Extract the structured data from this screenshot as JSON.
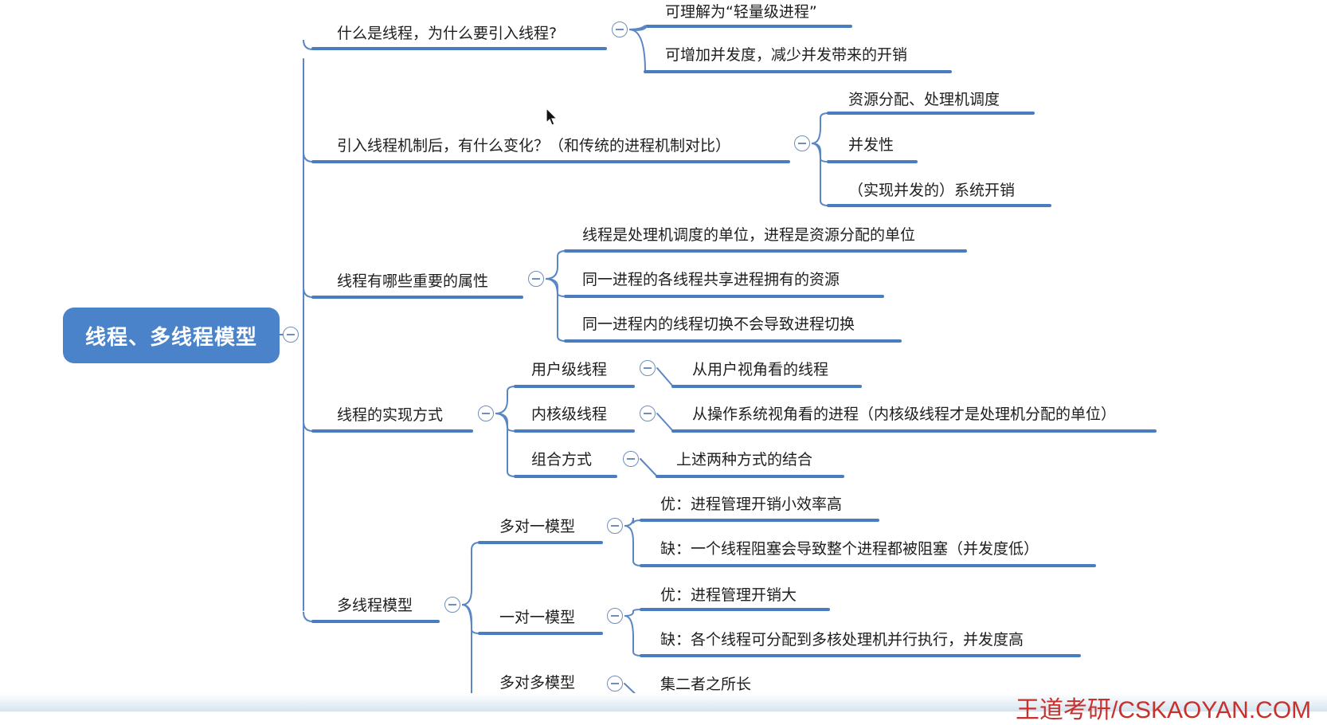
{
  "root": {
    "label": "线程、多线程模型"
  },
  "branches": [
    {
      "label": "什么是线程，为什么要引入线程?",
      "children": [
        "可理解为“轻量级进程”",
        "可增加并发度，减少并发带来的开销"
      ]
    },
    {
      "label": "引入线程机制后，有什么变化？（和传统的进程机制对比）",
      "children": [
        "资源分配、处理机调度",
        "并发性",
        "（实现并发的）系统开销"
      ]
    },
    {
      "label": "线程有哪些重要的属性",
      "children": [
        "线程是处理机调度的单位，进程是资源分配的单位",
        "同一进程的各线程共享进程拥有的资源",
        "同一进程内的线程切换不会导致进程切换"
      ]
    },
    {
      "label": "线程的实现方式",
      "children": [
        {
          "label": "用户级线程",
          "children": [
            "从用户视角看的线程"
          ]
        },
        {
          "label": "内核级线程",
          "children": [
            "从操作系统视角看的进程（内核级线程才是处理机分配的单位）"
          ]
        },
        {
          "label": "组合方式",
          "children": [
            "上述两种方式的结合"
          ]
        }
      ]
    },
    {
      "label": "多线程模型",
      "children": [
        {
          "label": "多对一模型",
          "children": [
            "优：进程管理开销小效率高",
            "缺：一个线程阻塞会导致整个进程都被阻塞（并发度低）"
          ]
        },
        {
          "label": "一对一模型",
          "children": [
            "优：进程管理开销大",
            "缺：各个线程可分配到多核处理机并行执行，并发度高"
          ]
        },
        {
          "label": "多对多模型",
          "children": [
            "集二者之所长"
          ]
        }
      ]
    }
  ],
  "watermark": "王道考研/CSKAOYAN.COM",
  "colors": {
    "root": "#4a83c9",
    "line": "#4a7dc0",
    "connector": "#5a86c4",
    "watermark": "#c9302c"
  },
  "icons": {
    "collapse": "minus-circle-icon",
    "cursor": "mouse-pointer-icon"
  }
}
